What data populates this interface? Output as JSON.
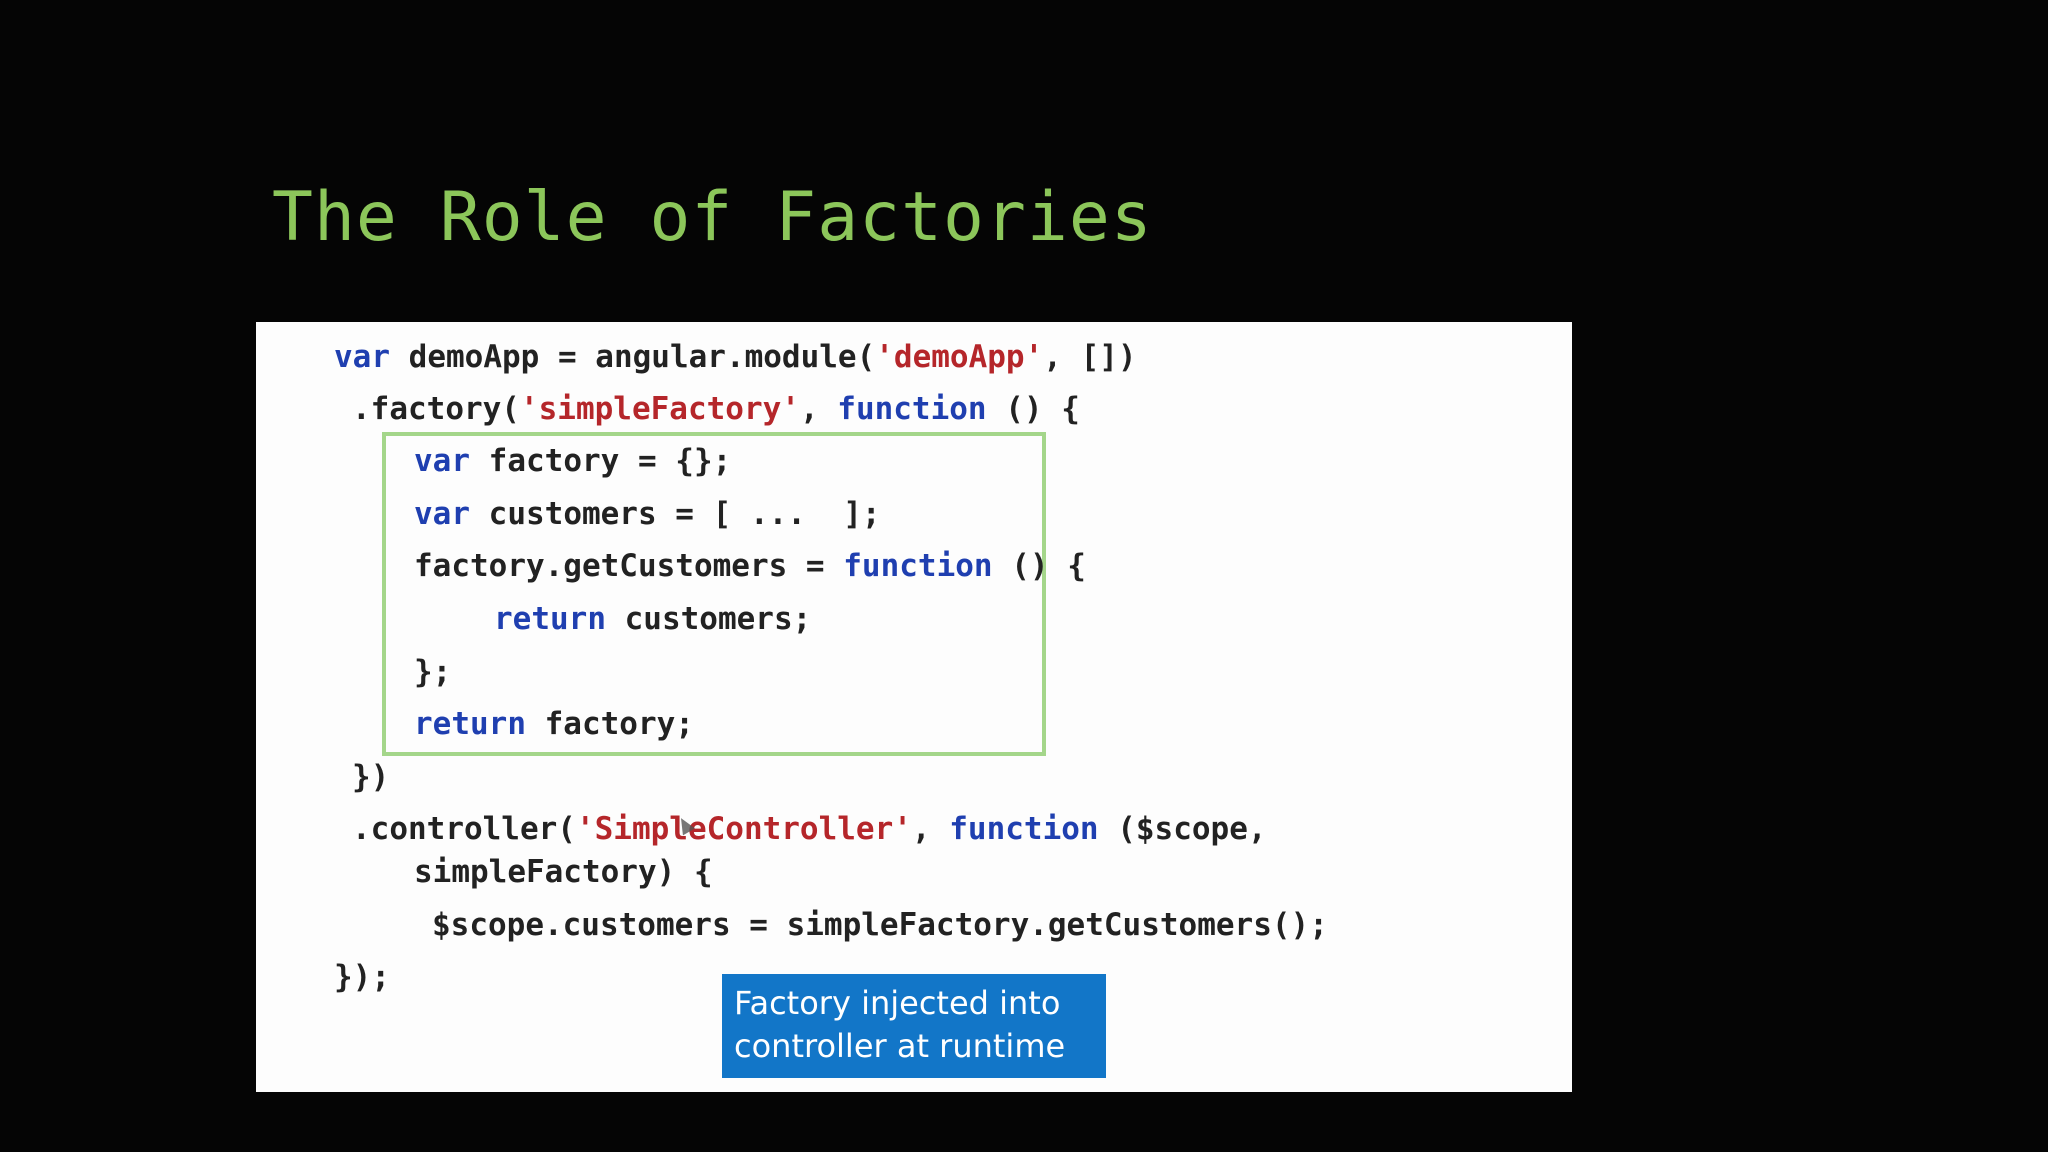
{
  "slide": {
    "title": "The Role of Factories"
  },
  "code": {
    "line1": {
      "kw1": "var",
      "t1": " demoApp = angular.module(",
      "s1": "'demoApp'",
      "t2": ", [])"
    },
    "line2": {
      "t1": ".factory(",
      "s1": "'simpleFactory'",
      "t2": ", ",
      "kw1": "function",
      "t3": " () {"
    },
    "line3": {
      "kw1": "var",
      "t1": " factory = {};"
    },
    "line4": {
      "kw1": "var",
      "t1": " customers = [ ...  ];"
    },
    "line5": {
      "t1": "factory.getCustomers = ",
      "kw1": "function",
      "t2": " () {"
    },
    "line6": {
      "kw1": "return",
      "t1": " customers;"
    },
    "line7": {
      "t1": "};"
    },
    "line8": {
      "kw1": "return",
      "t1": " factory;"
    },
    "line9": {
      "t1": "})"
    },
    "line10": {
      "t1": ".controller(",
      "s1": "'SimpleController'",
      "t2": ", ",
      "kw1": "function",
      "t3": " ($scope,"
    },
    "line11": {
      "t1": "simpleFactory) {"
    },
    "line12": {
      "t1": "$scope.customers = simpleFactory.getCustomers();"
    },
    "line13": {
      "t1": "});"
    }
  },
  "callout": {
    "line1": "Factory injected into",
    "line2": "controller at runtime"
  },
  "colors": {
    "title": "#8cc65a",
    "keyword": "#1f3fb0",
    "string": "#b5262a",
    "highlight_border": "#a4d68a",
    "callout_bg": "#1276c8"
  }
}
